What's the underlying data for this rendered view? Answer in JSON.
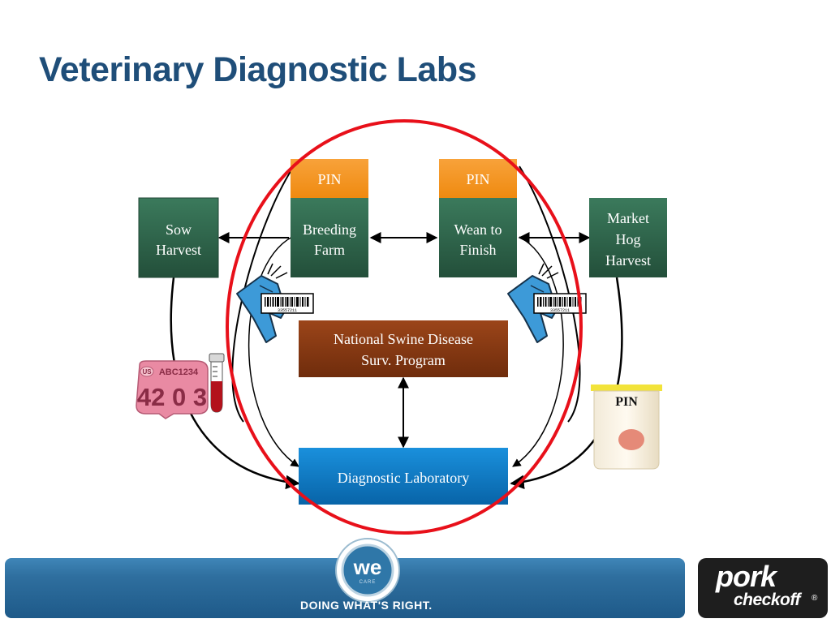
{
  "slide": {
    "title": "Veterinary Diagnostic Labs"
  },
  "diagram": {
    "sow_harvest": {
      "line1": "Sow",
      "line2": "Harvest"
    },
    "breeding_farm": {
      "pin": "PIN",
      "line1": "Breeding",
      "line2": "Farm"
    },
    "wean_to_finish": {
      "pin": "PIN",
      "line1": "Wean to",
      "line2": "Finish"
    },
    "market_hog_harvest": {
      "line1": "Market",
      "line2": "Hog",
      "line3": "Harvest"
    },
    "nsdsp": {
      "line1": "National Swine Disease",
      "line2": "Surv. Program"
    },
    "diagnostic_lab": {
      "label": "Diagnostic Laboratory"
    },
    "ear_tag": {
      "country": "US",
      "code": "ABC1234",
      "number": "42 0 3"
    },
    "barcode_number": "33557211",
    "sample_cup_label": "PIN"
  },
  "colors": {
    "title": "#1f4e79",
    "green_box": "#2f6a4f",
    "pin_orange": "#f7941d",
    "brown_box": "#8a3a12",
    "blue_box": "#0a7ac6",
    "red_circle": "#e8101a",
    "scanner_blue": "#3d9ad8"
  },
  "footer": {
    "we_care_logo": "we",
    "we_care_sub": "CARE",
    "tagline": "DOING WHAT'S RIGHT.",
    "brand_main": "pork",
    "brand_sub": "checkoff",
    "brand_mark": "®"
  }
}
